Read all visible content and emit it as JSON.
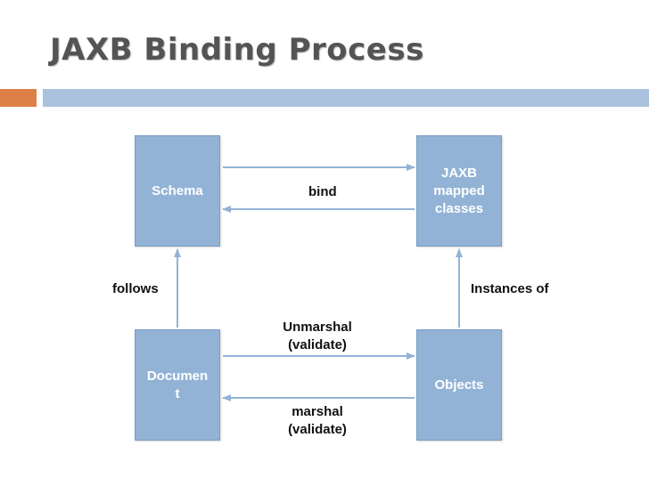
{
  "title": "JAXB Binding Process",
  "colors": {
    "title": "#545454",
    "accent_orange": "#dd8047",
    "accent_blue": "#a9c1dd",
    "box_fill": "#93b3d6",
    "box_text": "#ffffff",
    "arrow": "#93b3d6"
  },
  "nodes": {
    "schema": "Schema",
    "jaxb_line1": "JAXB",
    "jaxb_line2": "mapped",
    "jaxb_line3": "classes",
    "document": "Document",
    "objects": "Objects"
  },
  "edges": {
    "bind": "bind",
    "follows": "follows",
    "instances_of": "Instances of",
    "unmarshal_line1": "Unmarshal",
    "unmarshal_line2": "(validate)",
    "marshal_line1": "marshal",
    "marshal_line2": "(validate)"
  }
}
